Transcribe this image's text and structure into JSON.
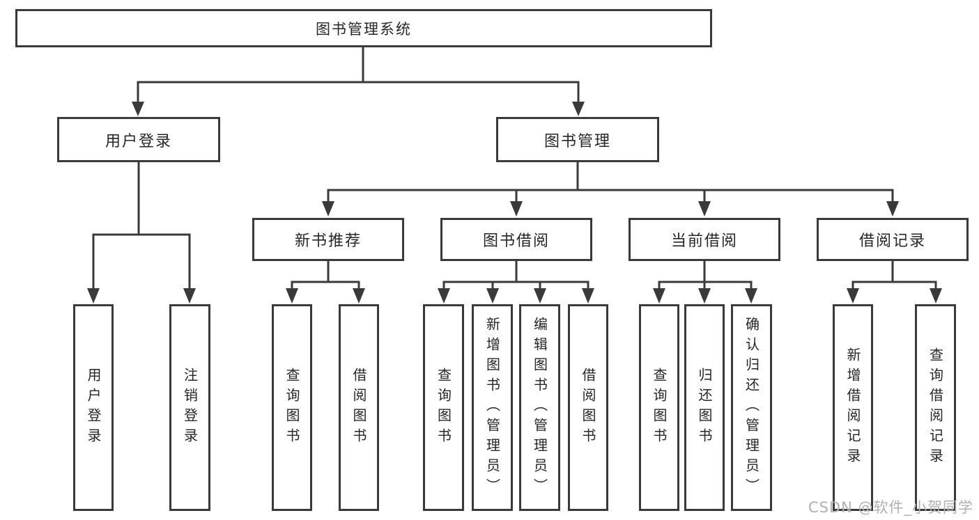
{
  "diagram_type": "tree",
  "nodes": {
    "root": "图书管理系统",
    "level2": {
      "user_login": "用户登录",
      "book_mgmt": "图书管理"
    },
    "level3": {
      "new_book": "新书推荐",
      "book_borrow": "图书借阅",
      "current_borrow": "当前借阅",
      "borrow_record": "借阅记录"
    },
    "leaves": {
      "user_login": [
        "用户登录",
        "注销登录"
      ],
      "new_book": [
        "查询图书",
        "借阅图书"
      ],
      "book_borrow": [
        "查询图书",
        "新增图书（管理员）",
        "编辑图书（管理员）",
        "借阅图书"
      ],
      "current_borrow": [
        "查询图书",
        "归还图书",
        "确认归还（管理员）"
      ],
      "borrow_record": [
        "新增借阅记录",
        "查询借阅记录"
      ]
    }
  },
  "watermark": "CSDN @软件_小贺同学",
  "colors": {
    "line": "#3a3a3a",
    "text": "#262626",
    "background": "#ffffff",
    "watermark": "#b0b0b0"
  }
}
